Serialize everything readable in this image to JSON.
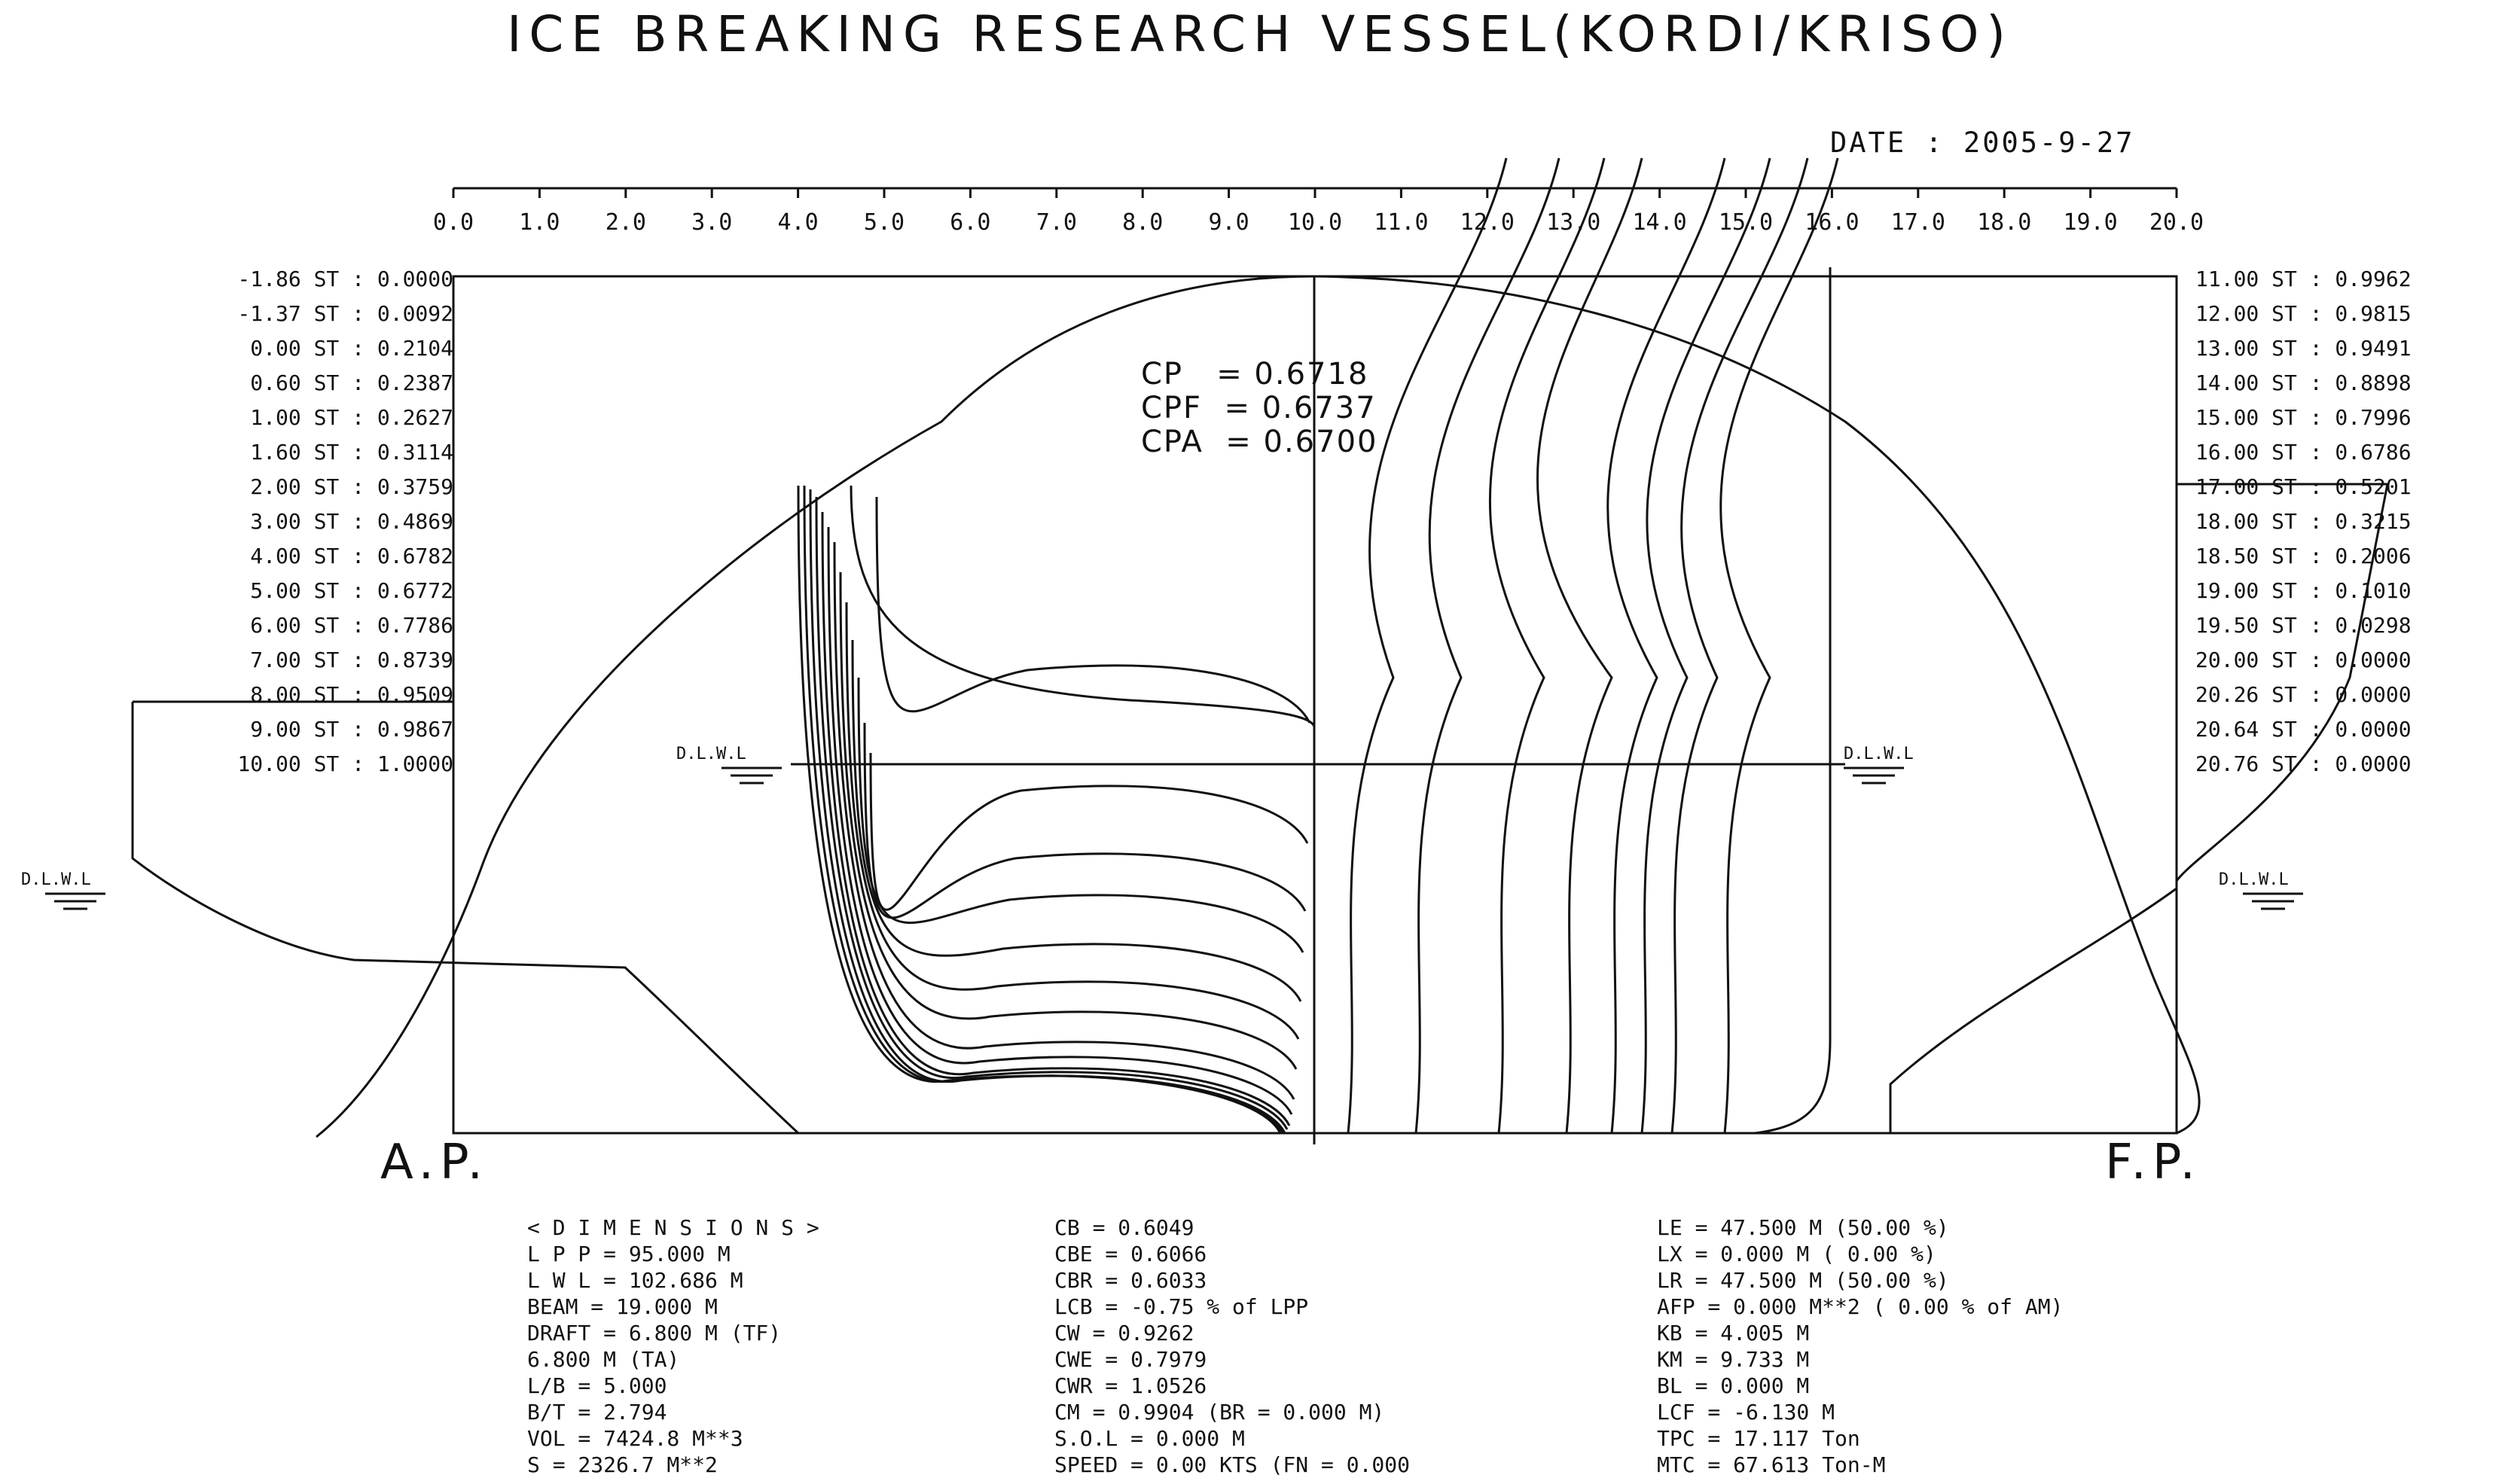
{
  "title": "ICE BREAKING RESEARCH VESSEL(KORDI/KRISO)",
  "date_line": "DATE : 2005-9-27",
  "ap_label": "A.P.",
  "fp_label": "F.P.",
  "dlwl_label": "D.L.W.L",
  "coefficients": [
    "CP   = 0.6718",
    "CPF  = 0.6737",
    "CPA  = 0.6700"
  ],
  "station_axis": [
    "0.0",
    "1.0",
    "2.0",
    "3.0",
    "4.0",
    "5.0",
    "6.0",
    "7.0",
    "8.0",
    "9.0",
    "10.0",
    "11.0",
    "12.0",
    "13.0",
    "14.0",
    "15.0",
    "16.0",
    "17.0",
    "18.0",
    "19.0",
    "20.0"
  ],
  "stations_left": [
    "-1.86 ST : 0.0000",
    "-1.37 ST : 0.0092",
    " 0.00 ST : 0.2104",
    " 0.60 ST : 0.2387",
    " 1.00 ST : 0.2627",
    " 1.60 ST : 0.3114",
    " 2.00 ST : 0.3759",
    " 3.00 ST : 0.4869",
    " 4.00 ST : 0.6782",
    " 5.00 ST : 0.6772",
    " 6.00 ST : 0.7786",
    " 7.00 ST : 0.8739",
    " 8.00 ST : 0.9509",
    " 9.00 ST : 0.9867",
    "10.00 ST : 1.0000"
  ],
  "stations_right": [
    "11.00 ST : 0.9962",
    "12.00 ST : 0.9815",
    "13.00 ST : 0.9491",
    "14.00 ST : 0.8898",
    "15.00 ST : 0.7996",
    "16.00 ST : 0.6786",
    "17.00 ST : 0.5201",
    "18.00 ST : 0.3215",
    "18.50 ST : 0.2006",
    "19.00 ST : 0.1010",
    "19.50 ST : 0.0298",
    "20.00 ST : 0.0000",
    "20.26 ST : 0.0000",
    "20.64 ST : 0.0000",
    "20.76 ST : 0.0000"
  ],
  "dimensions": {
    "col1": [
      "< D I M E N S I O N S >",
      "L P P =   95.000  M",
      "L W L = 102.686  M",
      "BEAM  =  19.000  M",
      "DRAFT =      6.800  M (TF)",
      "             6.800  M (TA)",
      "L/B    =    5.000",
      "B/T    =    2.794",
      "VOL    =    7424.8 M**3",
      "S        =    2326.7 M**2"
    ],
    "col2": [
      "CB    =    0.6049",
      "CBE   =    0.6066",
      "CBR   =    0.6033",
      "LCB   =    -0.75 % of LPP",
      "CW    =    0.9262",
      "CWE   =    0.7979",
      "CWR   =    1.0526",
      "CM    =    0.9904  (BR = 0.000 M)",
      "S.O.L =   0.000 M",
      "SPEED =   0.00 KTS   (FN   =   0.000"
    ],
    "col3": [
      "LE    =    47.500 M (50.00 %)",
      "LX    =     0.000 M ( 0.00 %)",
      "LR    =    47.500 M (50.00 %)",
      "AFP   =     0.000 M**2 ( 0.00 % of AM)",
      "KB    =     4.005 M",
      "KM    =     9.733 M",
      "BL    =     0.000 M",
      "LCF   =    -6.130 M",
      "TPC   =    17.117 Ton",
      "MTC   =    67.613 Ton-M"
    ]
  }
}
